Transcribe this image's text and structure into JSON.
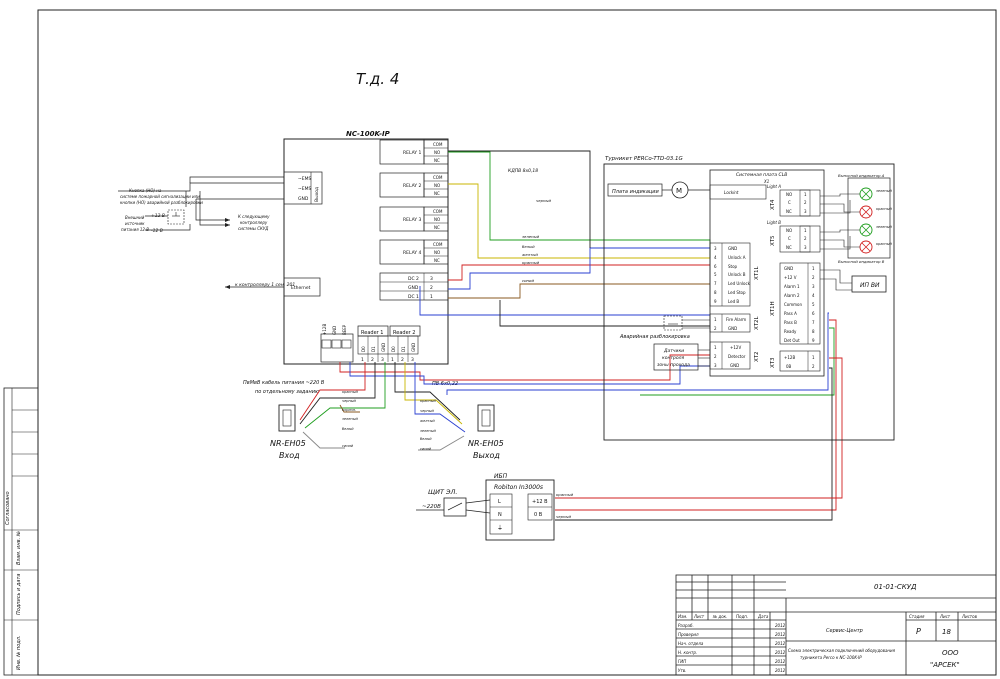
{
  "sheet": {
    "title_mark": "Т.д. 4",
    "drawing_code": "01-01-СКУД",
    "company_line1": "Сервис-Центр",
    "org_line1": "ООО",
    "org_line2": "\"АРСЕК\"",
    "description_line1": "Схема электрическая подключений оборудования",
    "description_line2": "турникета Perco к NC-100K-IP",
    "stage_header": "Стадия",
    "sheet_header": "Лист",
    "sheets_header": "Листов",
    "stage_value": "Р",
    "sheet_value": "18",
    "stamp_columns": [
      "Изм.",
      "Лист",
      "№ док.",
      "Подп.",
      "Дата"
    ],
    "stamp_rows": [
      {
        "role": "Разраб.",
        "date": "2012"
      },
      {
        "role": "Проверил",
        "date": "2012"
      },
      {
        "role": "Нач. отдела",
        "date": "2012"
      },
      {
        "role": "Н. контр.",
        "date": "2012"
      },
      {
        "role": "ГИП",
        "date": "2012"
      },
      {
        "role": "Утв.",
        "date": "2012"
      }
    ],
    "left_strip": [
      "Согласовано",
      "Взам. инв. №",
      "Подпись и дата",
      "Инв. № подл."
    ]
  },
  "controller": {
    "title": "NC-100K-IP",
    "vertical_label": "Выход",
    "inputs": [
      "~EMS",
      "~EMS",
      "GND"
    ],
    "relays": [
      {
        "name": "RELAY 1",
        "pins": [
          "СОМ",
          "NO",
          "NC"
        ]
      },
      {
        "name": "RELAY 2",
        "pins": [
          "СОМ",
          "NO",
          "NC"
        ]
      },
      {
        "name": "RELAY 3",
        "pins": [
          "СОМ",
          "NO",
          "NC"
        ]
      },
      {
        "name": "RELAY 4",
        "pins": [
          "СОМ",
          "NO",
          "NC"
        ]
      }
    ],
    "ethernet": "Ethernet",
    "io_block": [
      {
        "name": "DC 2",
        "num": "3"
      },
      {
        "name": "GND",
        "num": "2"
      },
      {
        "name": "DC 1",
        "num": "1"
      }
    ],
    "power_labels": [
      "+12В",
      "GND",
      "BEEP"
    ],
    "reader1": {
      "name": "Reader 1",
      "pins": [
        "D0",
        "D1",
        "GND"
      ]
    },
    "reader2": {
      "name": "Reader 2",
      "pins": [
        "D0",
        "D1",
        "GND"
      ]
    },
    "reader_nums": [
      "1",
      "2",
      "3",
      "1",
      "2",
      "3"
    ]
  },
  "left_notes": {
    "button_note_1": "Кнопка (НО) на",
    "button_note_2": "системе пожарной сигнализации или",
    "button_note_3": "кнопки (НО) аварийной разблокировки",
    "external_power_1": "Внешний",
    "external_power_2": "источник",
    "external_power_3": "питания 12 В",
    "plus12": "+12 В",
    "minus12": "-12 В",
    "to_system_1": "К следующему",
    "to_system_2": "контроллеру",
    "to_system_3": "системы СКУД",
    "to_controller": "к контроллеру 1 сен. 201"
  },
  "cables": {
    "upper": "КДПВ 8х0,18",
    "supply_1": "ПвМвВ кабель питания ~220 В",
    "supply_2": "по отдельному заданию",
    "lower": "ПВ 6х0,22"
  },
  "readers": [
    {
      "model": "NR-EH05",
      "label": "Вход"
    },
    {
      "model": "NR-EH05",
      "label": "Выход"
    }
  ],
  "turnstile": {
    "title": "Турникет PERCo-TTD-03.1G",
    "board": "Системная плата CLB",
    "board_sub": "X1",
    "board_sub2": "Lockint",
    "indication": "Плата индикации",
    "motor": "M",
    "xt4": "XT4",
    "xt5": "XT5",
    "xt1l": "XT1L",
    "xt1h": "XT1H",
    "xt2l": "XT2L",
    "xt2": "XT2",
    "xt3": "XT3",
    "light_a": "Light A",
    "light_b": "Light B",
    "relay_pins": [
      {
        "name": "NO",
        "num": "1"
      },
      {
        "name": "C",
        "num": "2"
      },
      {
        "name": "NC",
        "num": "3"
      }
    ],
    "xt1l_pins": [
      {
        "num": "3",
        "name": "GND"
      },
      {
        "num": "4",
        "name": "Unlock A"
      },
      {
        "num": "6",
        "name": "Stop"
      },
      {
        "num": "5",
        "name": "Unlock B"
      },
      {
        "num": "7",
        "name": "Led Unlock"
      },
      {
        "num": "8",
        "name": "Led Stop"
      },
      {
        "num": "9",
        "name": "Led B"
      }
    ],
    "xt1h_pins": [
      {
        "name": "GND",
        "num": "1"
      },
      {
        "name": "+12 V",
        "num": "2"
      },
      {
        "name": "Alarm 1",
        "num": "3"
      },
      {
        "name": "Alarm 2",
        "num": "4"
      },
      {
        "name": "Common",
        "num": "5"
      },
      {
        "name": "Pass A",
        "num": "6"
      },
      {
        "name": "Pass B",
        "num": "7"
      },
      {
        "name": "Ready",
        "num": "8"
      },
      {
        "name": "Det Out",
        "num": "9"
      }
    ],
    "xt2l_pins": [
      {
        "num": "1",
        "name": "Fire Alarm"
      },
      {
        "num": "2",
        "name": "GND"
      }
    ],
    "xt2_pins": [
      {
        "num": "1",
        "name": "+12V"
      },
      {
        "num": "2",
        "name": "Detector"
      },
      {
        "num": "3",
        "name": "GND"
      }
    ],
    "xt3_pins": [
      {
        "name": "+12В",
        "num": "1"
      },
      {
        "name": "0В",
        "num": "2"
      }
    ],
    "emergency": "Аварийная разблокировка",
    "sensor_1": "Датчики",
    "sensor_2": "контроля",
    "sensor_3": "зоны прохода",
    "indicator_a": "Выносной индикатор А",
    "indicator_b": "Выносной индикатор В",
    "green": "зеленый",
    "red": "красный",
    "ip": "ИП ВИ"
  },
  "wires": {
    "red": "красный",
    "black": "черный",
    "green": "зеленый",
    "yellow": "желтый",
    "white": "белый",
    "blue": "синий",
    "brown": "коричн."
  },
  "ups": {
    "header": "ИБП",
    "model": "Robiton In3000s",
    "mains": "ЩИТ ЭЛ.",
    "volts": "~220В",
    "terminals": [
      "L",
      "N",
      "⏚"
    ],
    "outputs": [
      "+12 В",
      "0 В"
    ]
  },
  "colors": {
    "line": "#222222",
    "red": "#d22020",
    "green": "#1f9e1f",
    "blue": "#2a3fd0",
    "brown": "#8a5a22",
    "yellow": "#c8b600",
    "gray": "#888888"
  }
}
